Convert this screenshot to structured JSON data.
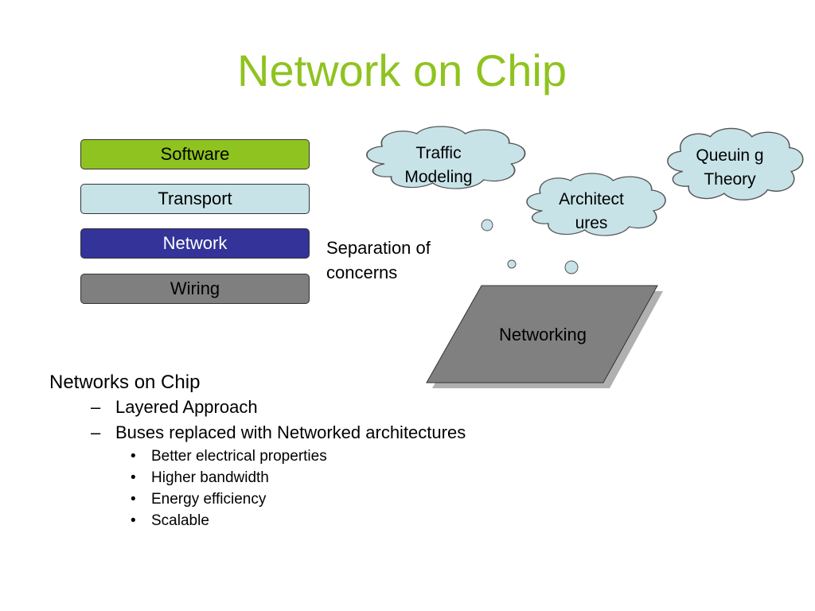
{
  "slide": {
    "title": "Network on Chip",
    "layers": [
      {
        "label": "Software",
        "bg": "#8fc31f",
        "fg": "#000000"
      },
      {
        "label": "Transport",
        "bg": "#c7e3e8",
        "fg": "#000000"
      },
      {
        "label": "Network",
        "bg": "#333399",
        "fg": "#ffffff"
      },
      {
        "label": "Wiring",
        "bg": "#7f7f7f",
        "fg": "#000000"
      }
    ],
    "separation_label": "Separation of concerns",
    "clouds": {
      "traffic": "Traffic Modeling",
      "architectures": "Architect ures",
      "queuing": "Queuin g Theory"
    },
    "networking_label": "Networking",
    "colors": {
      "title": "#8fc31f",
      "cloud_fill": "#c7e3e8",
      "parallelogram_fill": "#808080"
    },
    "bullets": {
      "heading": "Networks on Chip",
      "sub": [
        "Layered Approach",
        "Buses replaced with Networked architectures"
      ],
      "subsub": [
        "Better electrical properties",
        "Higher bandwidth",
        "Energy efficiency",
        "Scalable"
      ]
    }
  }
}
